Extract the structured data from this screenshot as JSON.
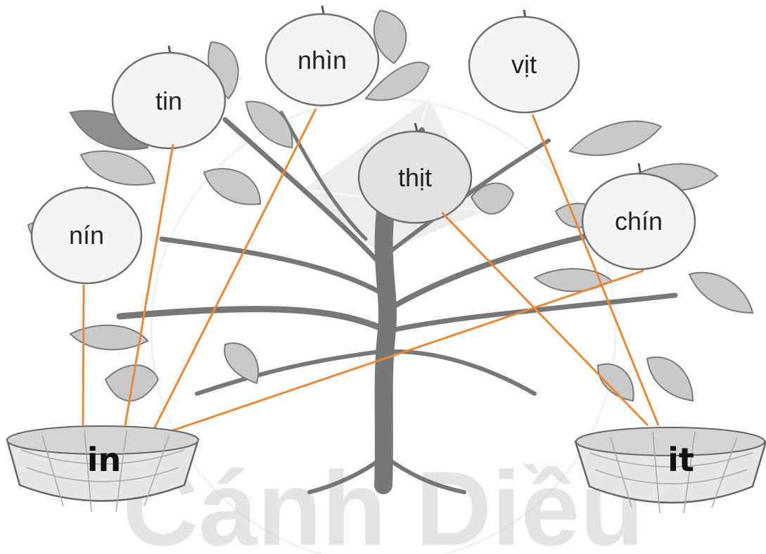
{
  "watermark_text": "Cánh Diều",
  "apples": {
    "nin": "nín",
    "tin": "tin",
    "nhin": "nhìn",
    "thit": "thịt",
    "vit": "vịt",
    "chin": "chín"
  },
  "baskets": {
    "left": "in",
    "right": "it"
  },
  "colors": {
    "connector": "#e8893a",
    "apple_fill": "#f4f4f4",
    "apple_stroke": "#6f6f6f",
    "tree": "#777777",
    "leaf": "#c9c9c9"
  }
}
